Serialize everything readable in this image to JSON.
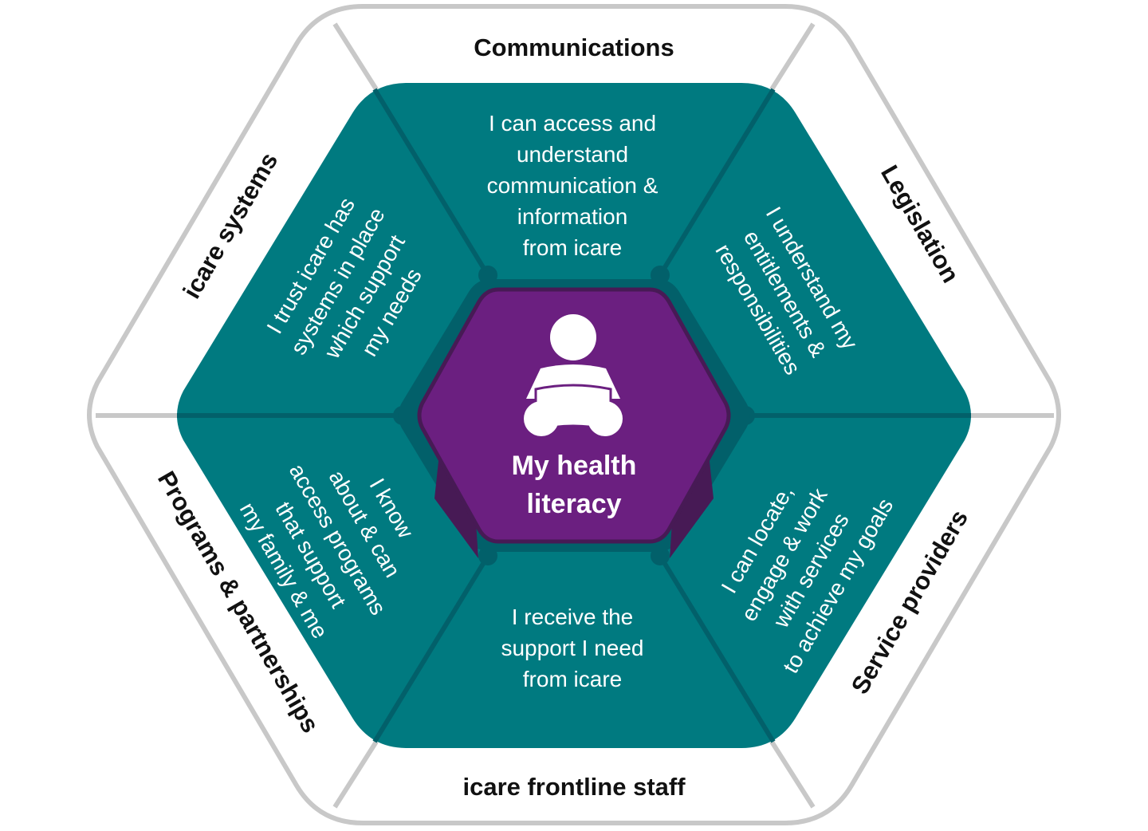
{
  "colors": {
    "outer_stroke": "#c8c8c8",
    "teal": "#007a80",
    "teal_dark": "#02606a",
    "purple": "#6b1f80",
    "purple_dark": "#471a55",
    "label_text": "#111111",
    "white": "#ffffff"
  },
  "outer_labels": {
    "top": "Communications",
    "top_right": "Legislation",
    "bottom_right": "Service providers",
    "bottom": "icare frontline staff",
    "bottom_left": "Programs & partnerships",
    "top_left": "icare systems"
  },
  "segments": {
    "top": [
      "I can access and",
      "understand",
      "communication &",
      "information",
      "from icare"
    ],
    "top_right": [
      "I understand my",
      "entitlements &",
      "responsibilities"
    ],
    "bottom_right": [
      "I can locate,",
      "engage & work",
      "with services",
      "to achieve my goals"
    ],
    "bottom": [
      "I receive the",
      "support I need",
      "from icare"
    ],
    "bottom_left": [
      "I know",
      "about & can",
      "access programs",
      "that support",
      "my family & me"
    ],
    "top_left": [
      "I trust icare has",
      "systems in place",
      "which support",
      "my needs"
    ]
  },
  "center": {
    "icon": "person-reading-icon",
    "line1": "My health",
    "line2": "literacy"
  }
}
